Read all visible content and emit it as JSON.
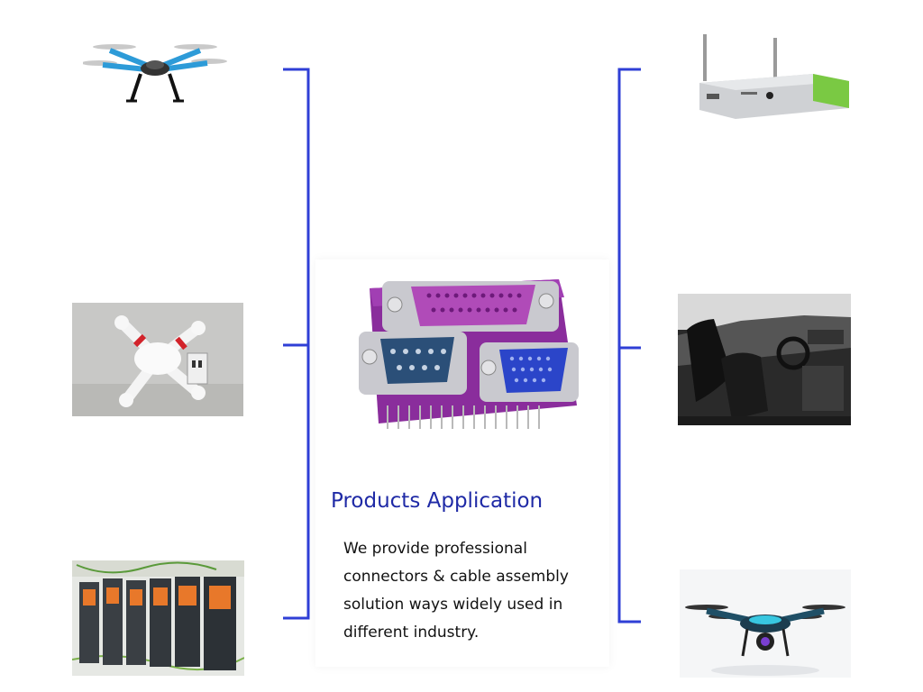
{
  "heading": {
    "title": "Products Application"
  },
  "description": {
    "lines": [
      "We provide professional",
      "connectors & cable assembly",
      "solution ways widely used in",
      "different industry."
    ]
  },
  "applications": {
    "left": [
      {
        "name": "blue-quadcopter-drone"
      },
      {
        "name": "white-camera-drone"
      },
      {
        "name": "industrial-frequency-inverters"
      }
    ],
    "right": [
      {
        "name": "tv-box-router"
      },
      {
        "name": "car-interior"
      },
      {
        "name": "drone-with-camera"
      }
    ]
  },
  "colors": {
    "bracket": "#2f3fd6",
    "title": "#1f2aa6",
    "connector_body": "#8a2d9c",
    "db25_shell": "#b04bb8",
    "db9_insulator": "#2b4f78",
    "vga_insulator": "#2b45c9"
  }
}
